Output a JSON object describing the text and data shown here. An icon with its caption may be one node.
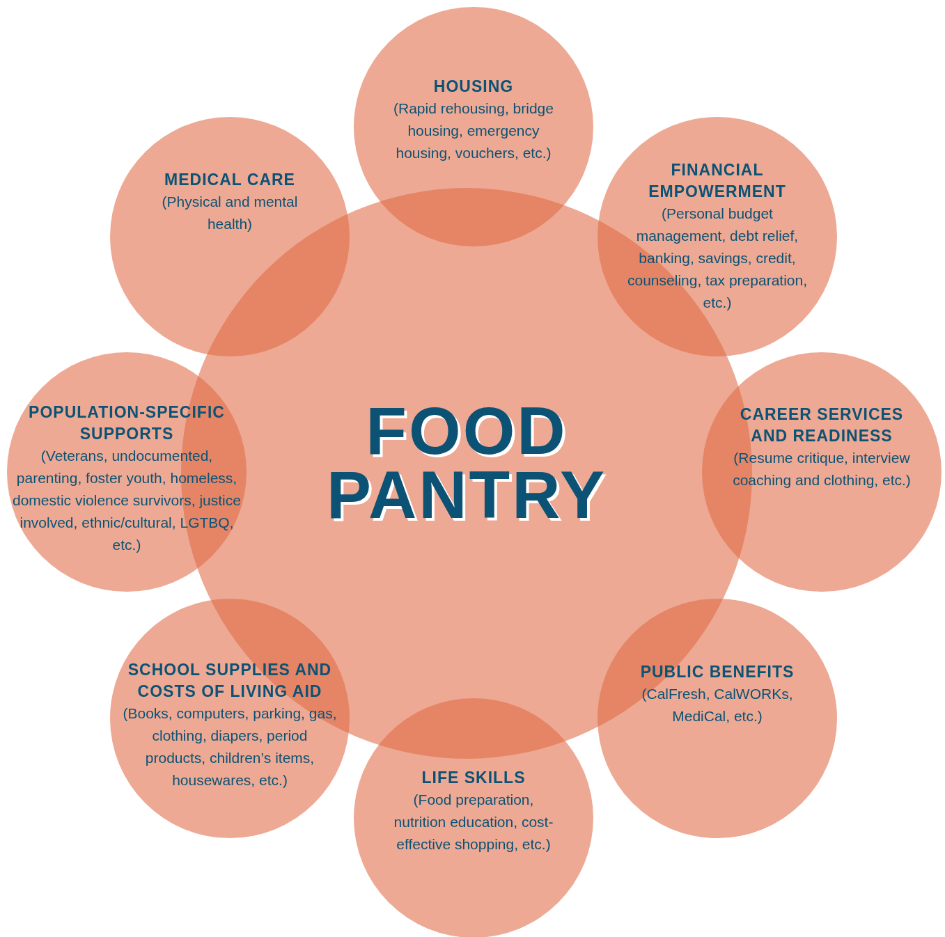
{
  "diagram": {
    "nodes": [
      {
        "text": [
          "HOUSING",
          "(Rapid rehousing, bridge housing, emergency housing, vouchers, etc.)"
        ]
      },
      {
        "text": [
          "MEDICAL CARE",
          "(Physical and mental health)"
        ]
      },
      {
        "text": [
          "FINANCIAL EMPOWERMENT",
          "(Personal budget management, debt relief, banking, savings, credit, counseling, tax preparation, etc.)"
        ]
      },
      {
        "text": [
          "POPULATION-SPECIFIC SUPPORTS",
          "(Veterans, undocumented, parenting, foster youth, homeless, domestic violence survivors, justice involved, ethnic/cultural, LGTBQ, etc.)"
        ]
      },
      {
        "text": [
          "FOOD PANTRY"
        ]
      },
      {
        "text": [
          "CAREER SERVICES AND READINESS",
          "(Resume critique, interview coaching and clothing, etc.)"
        ]
      },
      {
        "text": [
          "SCHOOL SUPPLIES AND COSTS OF LIVING AID",
          "(Books, computers, parking, gas, clothing, diapers, period products, children’s items, housewares, etc.)"
        ]
      },
      {
        "text": [
          "PUBLIC BENEFITS",
          "(CalFresh, CalWORKs, MediCal, etc.)"
        ]
      },
      {
        "text": [
          "LIFE SKILLS",
          "(Food preparation, nutrition education, cost-effective shopping, etc.)"
        ]
      }
    ],
    "edges": []
  }
}
